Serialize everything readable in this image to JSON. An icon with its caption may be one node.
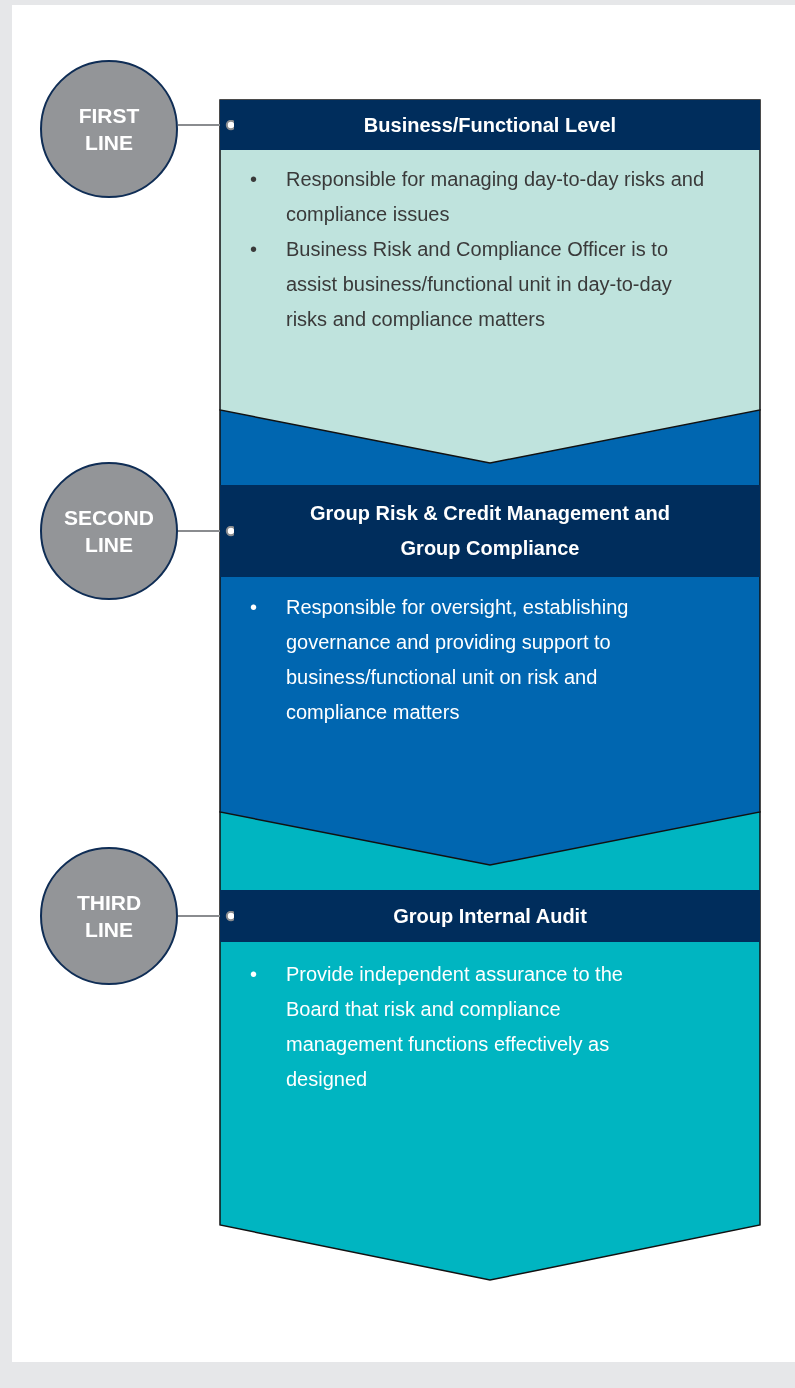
{
  "diagram": {
    "nodes": [
      {
        "text": [
          "FIRST LINE"
        ]
      },
      {
        "text": [
          "Business/Functional Level",
          "Responsible for managing day-to-day risks and compliance issues",
          "Business Risk and Compliance Officer is to assist business/functional unit in day-to-day risks and compliance matters"
        ]
      },
      {
        "text": [
          "SECOND LINE"
        ]
      },
      {
        "text": [
          "Group Risk & Credit Management and Group Compliance",
          "Responsible for oversight, establishing governance and providing support to business/functional unit on risk and compliance matters"
        ]
      },
      {
        "text": [
          "THIRD LINE"
        ]
      },
      {
        "text": [
          "Group Internal Audit",
          "Provide independent assurance to the Board that risk and compliance management functions effectively as designed"
        ]
      }
    ],
    "edges": [
      {
        "from": 0,
        "to": 1,
        "arrow": "other"
      },
      {
        "from": 2,
        "to": 3,
        "arrow": "other"
      },
      {
        "from": 4,
        "to": 5,
        "arrow": "other"
      }
    ],
    "labels": [
      "•",
      "•",
      "•",
      "•"
    ]
  }
}
